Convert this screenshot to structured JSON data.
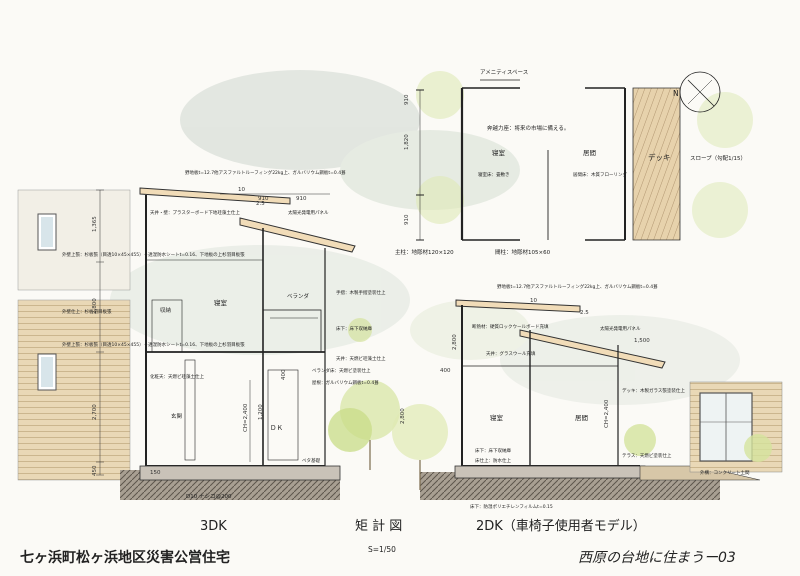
{
  "titles": {
    "left_plan": "3DK",
    "center": "矩 計 図",
    "right_plan": "2DK（車椅子使用者モデル）",
    "scale": "S=1/50",
    "project": "七ヶ浜町松ヶ浜地区災害公営住宅",
    "sheet": "西原の台地に住まうー03"
  },
  "plan": {
    "amenity": "アメニティスペース",
    "storage_note": "奔越力座：将来の市場に備える。",
    "bedroom": "寝室",
    "living": "居間",
    "deck": "デッキ",
    "slope": "スロープ（勾配1/15）",
    "bed_floor": "寝室床：畳敷き",
    "living_floor": "居間床：木質フローリング",
    "main_column": "主柱：地彫材120×120",
    "post": "間柱：地彫材105×60",
    "north": "N",
    "dims": [
      "1,820",
      "910",
      "910"
    ]
  },
  "left_section": {
    "roof_note": "野地板t=12.7他アスファルトルーフィング22kg上、ガルバリウム鋼板t=0.4葺",
    "ceiling_note": "天井・壁：プラスターボード下地珪藻土仕上",
    "solar": "太陽光発電用パネル",
    "ext_wall_1": "外壁上張：杉板張（目透10×45×455）＋透湿防水シートt=0.16、下地板の上杉羽目板張",
    "ext_wall_2": "外壁仕上：杉板羽目板張",
    "ext_wall_3": "外壁上張：杉板張（目透10×45×455）＋透湿防水シートt=0.16、下地板の上杉羽目板張",
    "finish_1": "化粧天：天燃ビ珪藻土仕上",
    "room_bed": "寝室",
    "room_storage": "収納",
    "room_entry": "玄関",
    "room_dk": "ＤＫ",
    "veranda": "ベランダ",
    "handrail": "手摺：木製手摺塗装仕上",
    "floor_1": "床下：床下収納庫",
    "floor_2": "天井：天燃ビ珪藻土仕上",
    "veranda_floor": "ベランダ床：天燃ビ塗装仕上",
    "veranda_roof": "屋根：ガルバリウム鋼板t=0.4葺",
    "foundation": "ベタ基礎",
    "footing": "D10 ナシコ@200",
    "dims_h": [
      "10",
      "2.5",
      "910",
      "910"
    ],
    "dims_v": [
      "1,365",
      "2,800",
      "2,700",
      "450"
    ],
    "dims_in": [
      "CH=2,400",
      "1,200",
      "400",
      "150"
    ]
  },
  "right_section": {
    "roof_note": "野地板t=12.7他アスファルトルーフィング22kg上、ガルバリウム鋼板t=0.4葺",
    "insulation": "断熱材：硬質ロックウールボード充填",
    "solar": "太陽光発電用パネル",
    "ceiling": "天井：グラスウール充填",
    "room_bed": "寝室",
    "room_living": "居間",
    "floor_note_1": "床下：床下収納庫",
    "floor_note_2": "床仕上：防水仕上",
    "floor_note_3": "床下：防湿ポリエチレンフィルムt=0.15",
    "deck_note": "デッキ：木製ガラス張塗装仕上",
    "terrace": "テラス：天燃ビ塗装仕上",
    "exterior": "外構：コンクリート土間",
    "dims_h": [
      "10",
      "2.5",
      "1,500"
    ],
    "dims_v": [
      "2,800",
      "CH=2,400",
      "400"
    ],
    "left_dim": "2,800"
  }
}
